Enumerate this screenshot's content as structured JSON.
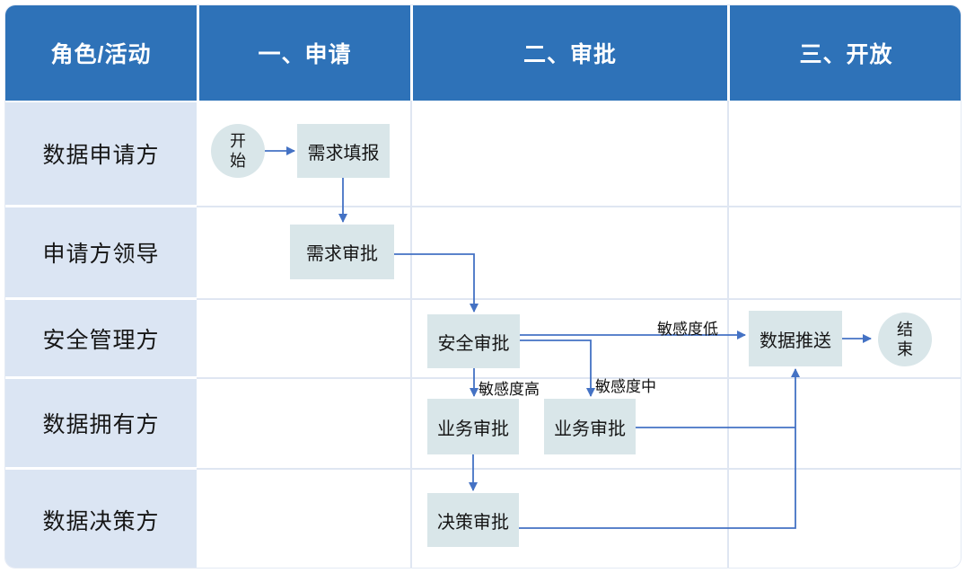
{
  "diagram": {
    "type": "swimlane-flowchart",
    "header": {
      "roles_label": "角色/活动",
      "phases": [
        "一、申请",
        "二、审批",
        "三、开放"
      ]
    },
    "lanes": [
      "数据申请方",
      "申请方领导",
      "安全管理方",
      "数据拥有方",
      "数据决策方"
    ],
    "nodes": {
      "start": "开始",
      "fill_request": "需求填报",
      "request_approval": "需求审批",
      "security_approval": "安全审批",
      "business_approval_1": "业务审批",
      "business_approval_2": "业务审批",
      "decision_approval": "决策审批",
      "data_push": "数据推送",
      "end": "结束"
    },
    "edge_labels": {
      "low": "敏感度低",
      "high": "敏感度高",
      "medium": "敏感度中"
    },
    "edges": [
      {
        "from": "开始",
        "to": "需求填报",
        "label": ""
      },
      {
        "from": "需求填报",
        "to": "需求审批",
        "label": ""
      },
      {
        "from": "需求审批",
        "to": "安全审批",
        "label": ""
      },
      {
        "from": "安全审批",
        "to": "数据推送",
        "label": "敏感度低"
      },
      {
        "from": "安全审批",
        "to": "业务审批(数据拥有方-左)",
        "label": "敏感度高"
      },
      {
        "from": "安全审批",
        "to": "业务审批(数据拥有方-右)",
        "label": "敏感度中"
      },
      {
        "from": "业务审批(数据拥有方-左)",
        "to": "决策审批",
        "label": ""
      },
      {
        "from": "业务审批(数据拥有方-右)",
        "to": "数据推送",
        "label": ""
      },
      {
        "from": "决策审批",
        "to": "数据推送",
        "label": ""
      },
      {
        "from": "数据推送",
        "to": "结束",
        "label": ""
      }
    ],
    "colors": {
      "header_bg": "#2e72b8",
      "lane_label_bg": "#dbe5f3",
      "node_bg": "#d9e6e9",
      "arrow": "#4472c4",
      "grid_line": "#dfe6f2",
      "header_text": "#ffffff",
      "node_text": "#161616"
    }
  }
}
